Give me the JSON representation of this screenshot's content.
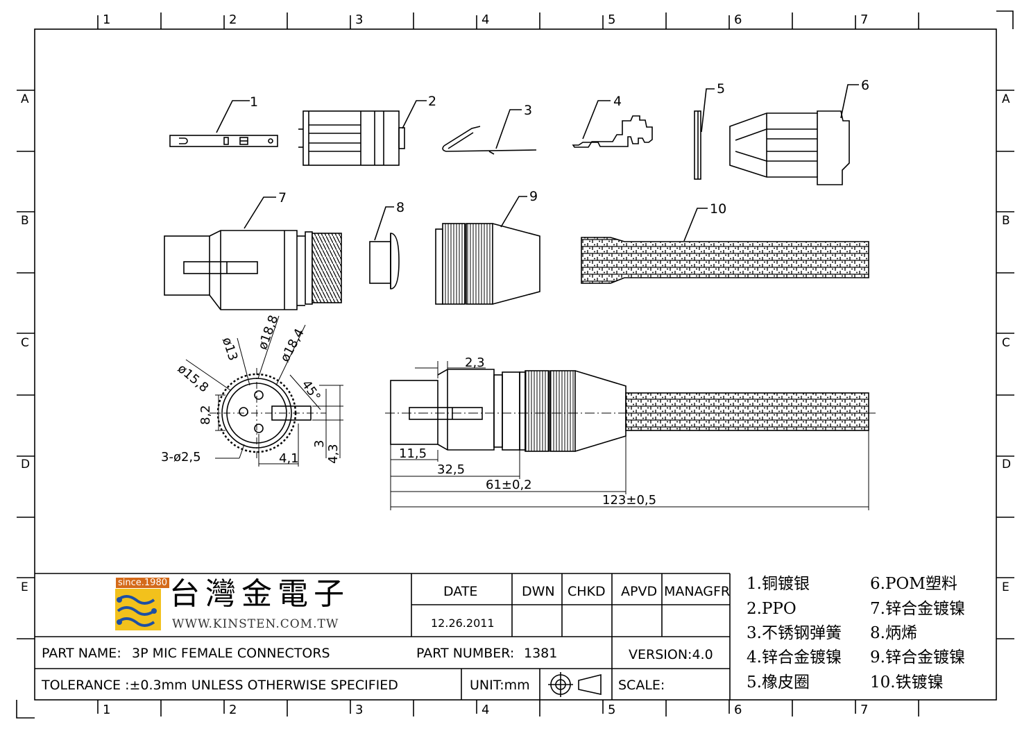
{
  "frame": {
    "col_numbers": [
      "1",
      "2",
      "3",
      "4",
      "5",
      "6",
      "7"
    ],
    "row_letters": [
      "A",
      "B",
      "C",
      "D",
      "E"
    ]
  },
  "callouts": [
    "1",
    "2",
    "3",
    "4",
    "5",
    "6",
    "7",
    "8",
    "9",
    "10"
  ],
  "dimensions": {
    "d15_8": "ø15,8",
    "d13": "ø13",
    "d18_8": "ø18,8",
    "d18_4": "ø18,4",
    "h8_2": "8,2",
    "a45": "45°",
    "holes": "3-ø2,5",
    "w4_1": "4,1",
    "v3": "3",
    "v4_3": "4,3",
    "top2_3": "2,3",
    "l11_5": "11,5",
    "l32_5": "32,5",
    "l61": "61±0,2",
    "l123": "123±0,5"
  },
  "title_block": {
    "logo_since": "since.1980",
    "company_cn": "台灣金電子",
    "website": "WWW.KINSTEN.COM.TW",
    "headers": [
      "DATE",
      "DWN",
      "CHKD",
      "APVD",
      "MANAGFR"
    ],
    "date": "12.26.2011",
    "part_name_label": "PART NAME:",
    "part_name": "3P MIC FEMALE CONNECTORS",
    "part_number_label": "PART NUMBER:",
    "part_number": "1381",
    "version": "VERSION:4.0",
    "tolerance": "TOLERANCE :±0.3mm UNLESS OTHERWISE SPECIFIED",
    "unit": "UNIT:mm",
    "scale": "SCALE:"
  },
  "materials": [
    "1.铜镀银",
    "2.PPO",
    "3.不锈钢弹簧",
    "4.锌合金镀镍",
    "5.橡皮圈",
    "6.POM塑料",
    "7.锌合金镀镍",
    "8.炳烯",
    "9.锌合金镀镍",
    "10.铁镀镍"
  ],
  "colors": {
    "line": "#000000",
    "logo_orange": "#d46a1a",
    "logo_blue": "#1e4fa3",
    "logo_yellow": "#f2c11c"
  }
}
